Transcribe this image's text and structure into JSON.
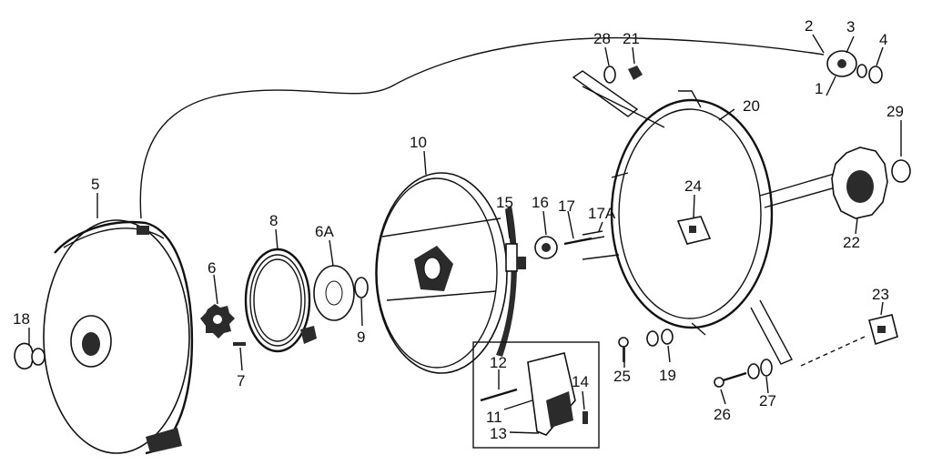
{
  "callouts": {
    "c1": "1",
    "c2": "2",
    "c3": "3",
    "c4": "4",
    "c5": "5",
    "c6": "6",
    "c6a": "6A",
    "c7": "7",
    "c8": "8",
    "c9": "9",
    "c10": "10",
    "c11": "11",
    "c12": "12",
    "c13": "13",
    "c14": "14",
    "c15": "15",
    "c16": "16",
    "c17": "17",
    "c17a": "17A",
    "c18": "18",
    "c19": "19",
    "c20": "20",
    "c21": "21",
    "c22": "22",
    "c23": "23",
    "c24": "24",
    "c25": "25",
    "c26": "26",
    "c27": "27",
    "c28": "28",
    "c29": "29"
  }
}
